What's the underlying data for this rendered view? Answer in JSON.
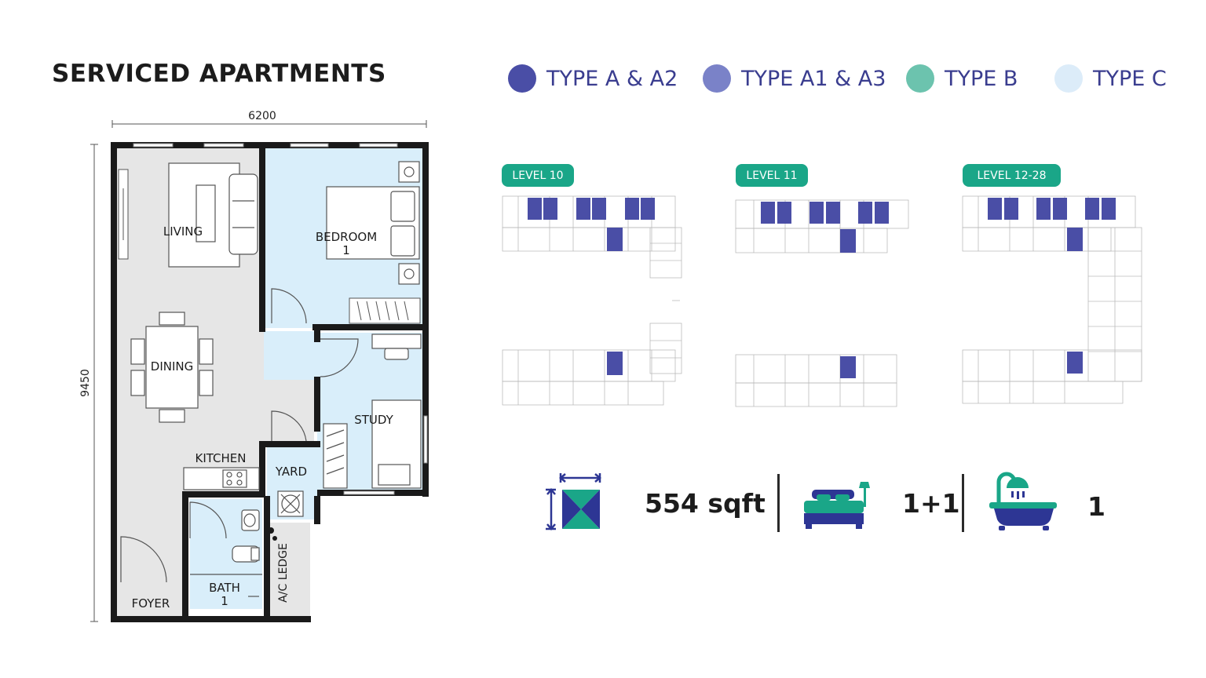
{
  "title": "SERVICED APARTMENTS",
  "legend": [
    {
      "label": "TYPE A & A2",
      "color": "#4a4ea6"
    },
    {
      "label": "TYPE A1 & A3",
      "color": "#7a82c8"
    },
    {
      "label": "TYPE B",
      "color": "#6cc3ae"
    },
    {
      "label": "TYPE C",
      "color": "#dcecf9"
    }
  ],
  "floorplan": {
    "width_dim": "6200",
    "height_dim": "9450",
    "rooms": {
      "living": "LIVING",
      "bedroom": "BEDROOM",
      "bedroom_no": "1",
      "dining": "DINING",
      "study": "STUDY",
      "kitchen": "KITCHEN",
      "yard": "YARD",
      "bath": "BATH",
      "bath_no": "1",
      "foyer": "FOYER",
      "ac_ledge": "A/C LEDGE"
    }
  },
  "levels": [
    {
      "label": "LEVEL 10"
    },
    {
      "label": "LEVEL 11"
    },
    {
      "label": "LEVEL 12-28"
    }
  ],
  "stats": {
    "area": "554 sqft",
    "bedrooms": "1+1",
    "bathrooms": "1",
    "area_icon": "area-icon",
    "bed_icon": "bed-icon",
    "bath_icon": "bathtub-icon"
  },
  "colors": {
    "living_fill": "#e6e6e6",
    "room_fill": "#d9eefa",
    "wall": "#1a1a1a",
    "teal": "#1aa688",
    "navy": "#2d3694",
    "unit_highlight": "#4a4ea6"
  }
}
